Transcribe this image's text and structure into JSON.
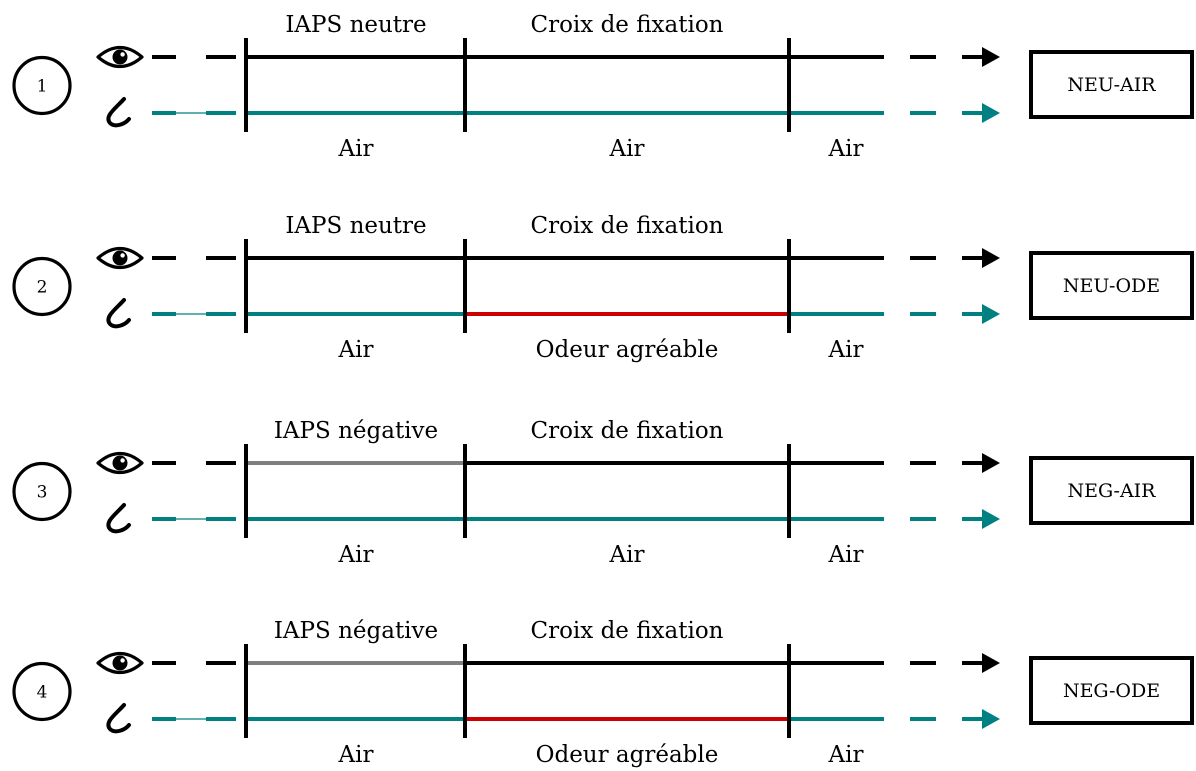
{
  "colors": {
    "black": "#000000",
    "negative_image": "#7f7f7f",
    "air": "#008080",
    "odor": "#cc0000"
  },
  "icons": {
    "eye": "eye-icon",
    "nose": "nose-icon"
  },
  "conditions": [
    {
      "number": "1",
      "code": "NEU-AIR",
      "visual_labels": [
        "IAPS neutre",
        "Croix de fixation"
      ],
      "visual_segments": [
        "black",
        "black",
        "black"
      ],
      "odor_labels": [
        "Air",
        "Air",
        "Air"
      ],
      "odor_segments": [
        "air",
        "air",
        "air"
      ]
    },
    {
      "number": "2",
      "code": "NEU-ODE",
      "visual_labels": [
        "IAPS neutre",
        "Croix de fixation"
      ],
      "visual_segments": [
        "black",
        "black",
        "black"
      ],
      "odor_labels": [
        "Air",
        "Odeur agréable",
        "Air"
      ],
      "odor_segments": [
        "air",
        "odor",
        "air"
      ]
    },
    {
      "number": "3",
      "code": "NEG-AIR",
      "visual_labels": [
        "IAPS négative",
        "Croix de fixation"
      ],
      "visual_segments": [
        "negative_image",
        "black",
        "black"
      ],
      "odor_labels": [
        "Air",
        "Air",
        "Air"
      ],
      "odor_segments": [
        "air",
        "air",
        "air"
      ]
    },
    {
      "number": "4",
      "code": "NEG-ODE",
      "visual_labels": [
        "IAPS négative",
        "Croix de fixation"
      ],
      "visual_segments": [
        "negative_image",
        "black",
        "black"
      ],
      "odor_labels": [
        "Air",
        "Odeur agréable",
        "Air"
      ],
      "odor_segments": [
        "air",
        "odor",
        "air"
      ]
    }
  ]
}
